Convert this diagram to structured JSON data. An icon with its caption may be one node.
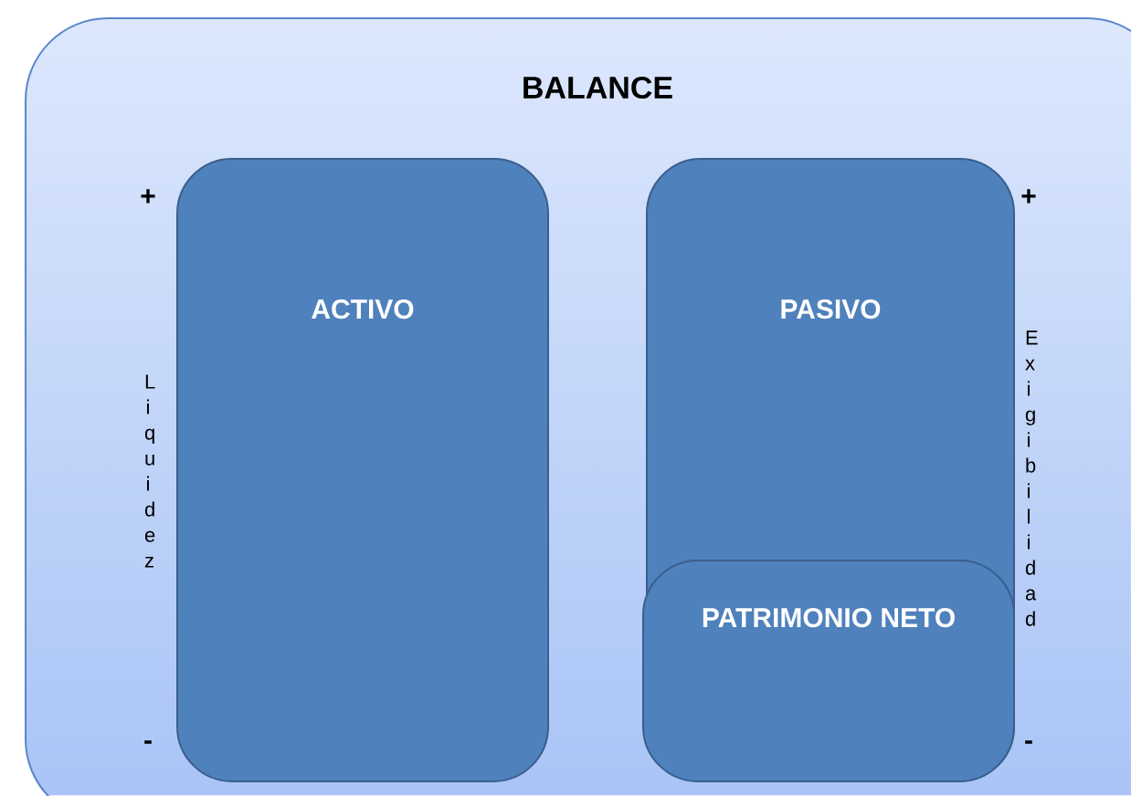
{
  "diagram": {
    "nodes": [
      {
        "text": [
          "BALANCE"
        ]
      },
      {
        "text": [
          "ACTIVO"
        ],
        "in": 0
      },
      {
        "text": [
          "PASIVO"
        ],
        "in": 0
      },
      {
        "text": [
          "PATRIMONIO NETO"
        ],
        "in": 2
      }
    ],
    "labels": [
      "+",
      "Liquidez",
      "-",
      "+",
      "Exigibilidad",
      "-"
    ]
  }
}
